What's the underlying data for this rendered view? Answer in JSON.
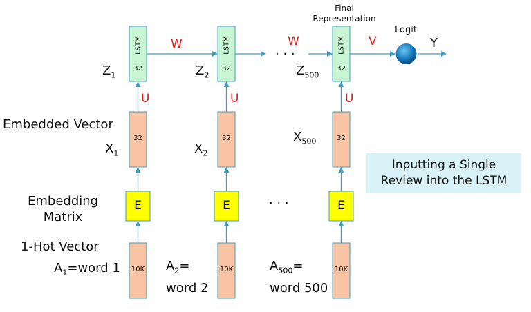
{
  "columns": [
    {
      "z": "Z",
      "z_sub": "1",
      "x": "X",
      "x_sub": "1",
      "a_line1": "A",
      "a_sub": "1",
      "a_line1_rest": "=word 1",
      "a_line2": ""
    },
    {
      "z": "Z",
      "z_sub": "2",
      "x": "X",
      "x_sub": "2",
      "a_line1": "A",
      "a_sub": "2",
      "a_line1_rest": "=",
      "a_line2": "word 2"
    },
    {
      "z": "Z",
      "z_sub": "500",
      "x": "X",
      "x_sub": "500",
      "a_line1": "A",
      "a_sub": "500",
      "a_line1_rest": "=",
      "a_line2": "word 500"
    }
  ],
  "lstm": {
    "label": "LSTM",
    "units": "32"
  },
  "embedded": {
    "units": "32"
  },
  "embedding_matrix": {
    "symbol": "E"
  },
  "one_hot": {
    "size": "10K"
  },
  "weights": {
    "w": "W",
    "u": "U",
    "v": "V"
  },
  "ellipsis": "· · ·",
  "row_labels": {
    "embedded_vector": "Embedded Vector",
    "embedding_matrix_line1": "Embedding",
    "embedding_matrix_line2": "Matrix",
    "one_hot_vector": "1-Hot Vector"
  },
  "final_representation": {
    "line1": "Final",
    "line2": "Representation"
  },
  "logit": "Logit",
  "output": "Y",
  "callout": {
    "line1": "Inputting a Single",
    "line2": "Review into the LSTM"
  },
  "colors": {
    "lstm_fill": "#c8f5d4",
    "vector_fill": "#f9c4a3",
    "embedding_fill": "#ffff00",
    "arrow": "#3b9fc0",
    "weight_label": "#e0201b",
    "logit_node": "#1a7fc0",
    "callout_bg": "#d9f2f7"
  }
}
